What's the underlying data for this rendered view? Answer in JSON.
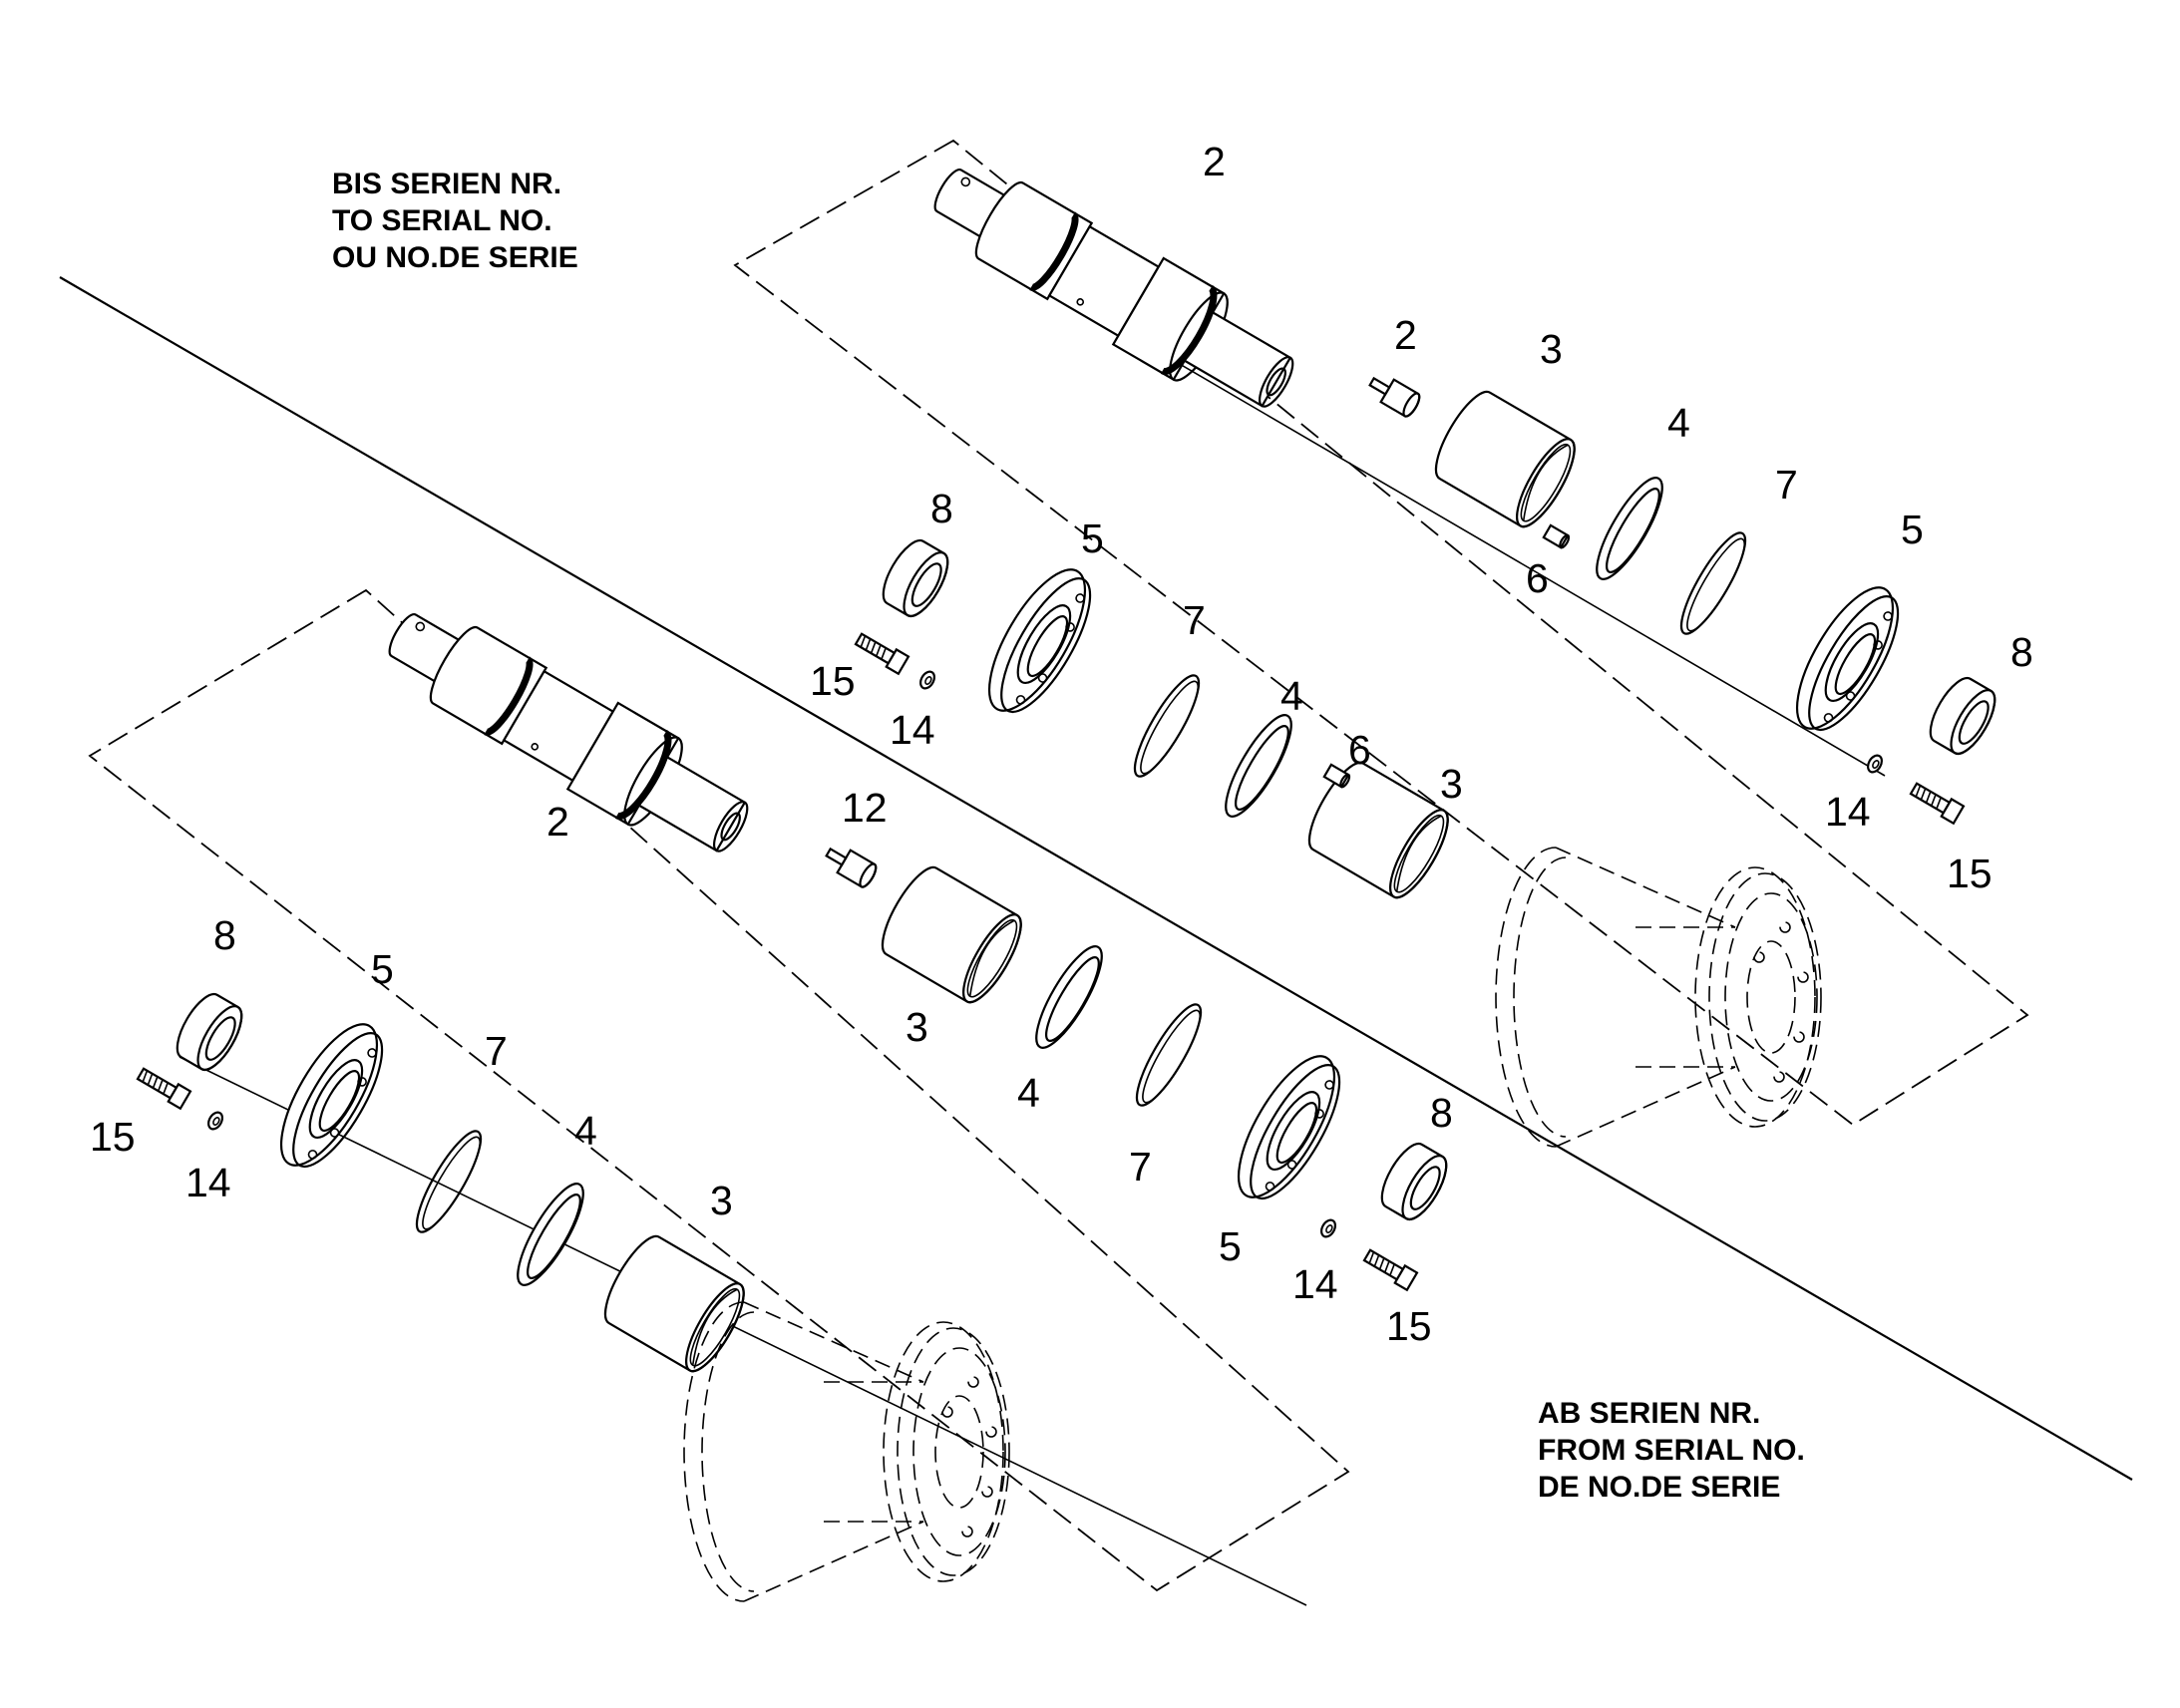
{
  "notes": {
    "before": [
      "BIS SERIEN NR.",
      "TO SERIAL NO.",
      "OU NO.DE SERIE"
    ],
    "after": [
      "AB SERIEN NR.",
      "FROM SERIAL NO.",
      "DE NO.DE SERIE"
    ]
  },
  "callouts_upper": [
    "2",
    "2",
    "3",
    "4",
    "7",
    "5",
    "8",
    "6",
    "14",
    "15",
    "8",
    "5",
    "7",
    "4",
    "6",
    "3",
    "15",
    "14"
  ],
  "callouts_lower": [
    "2",
    "12",
    "3",
    "4",
    "7",
    "5",
    "8",
    "14",
    "15",
    "8",
    "5",
    "15",
    "14",
    "7",
    "4",
    "3"
  ],
  "colors": {
    "ink": "#000000",
    "paper": "#ffffff"
  }
}
